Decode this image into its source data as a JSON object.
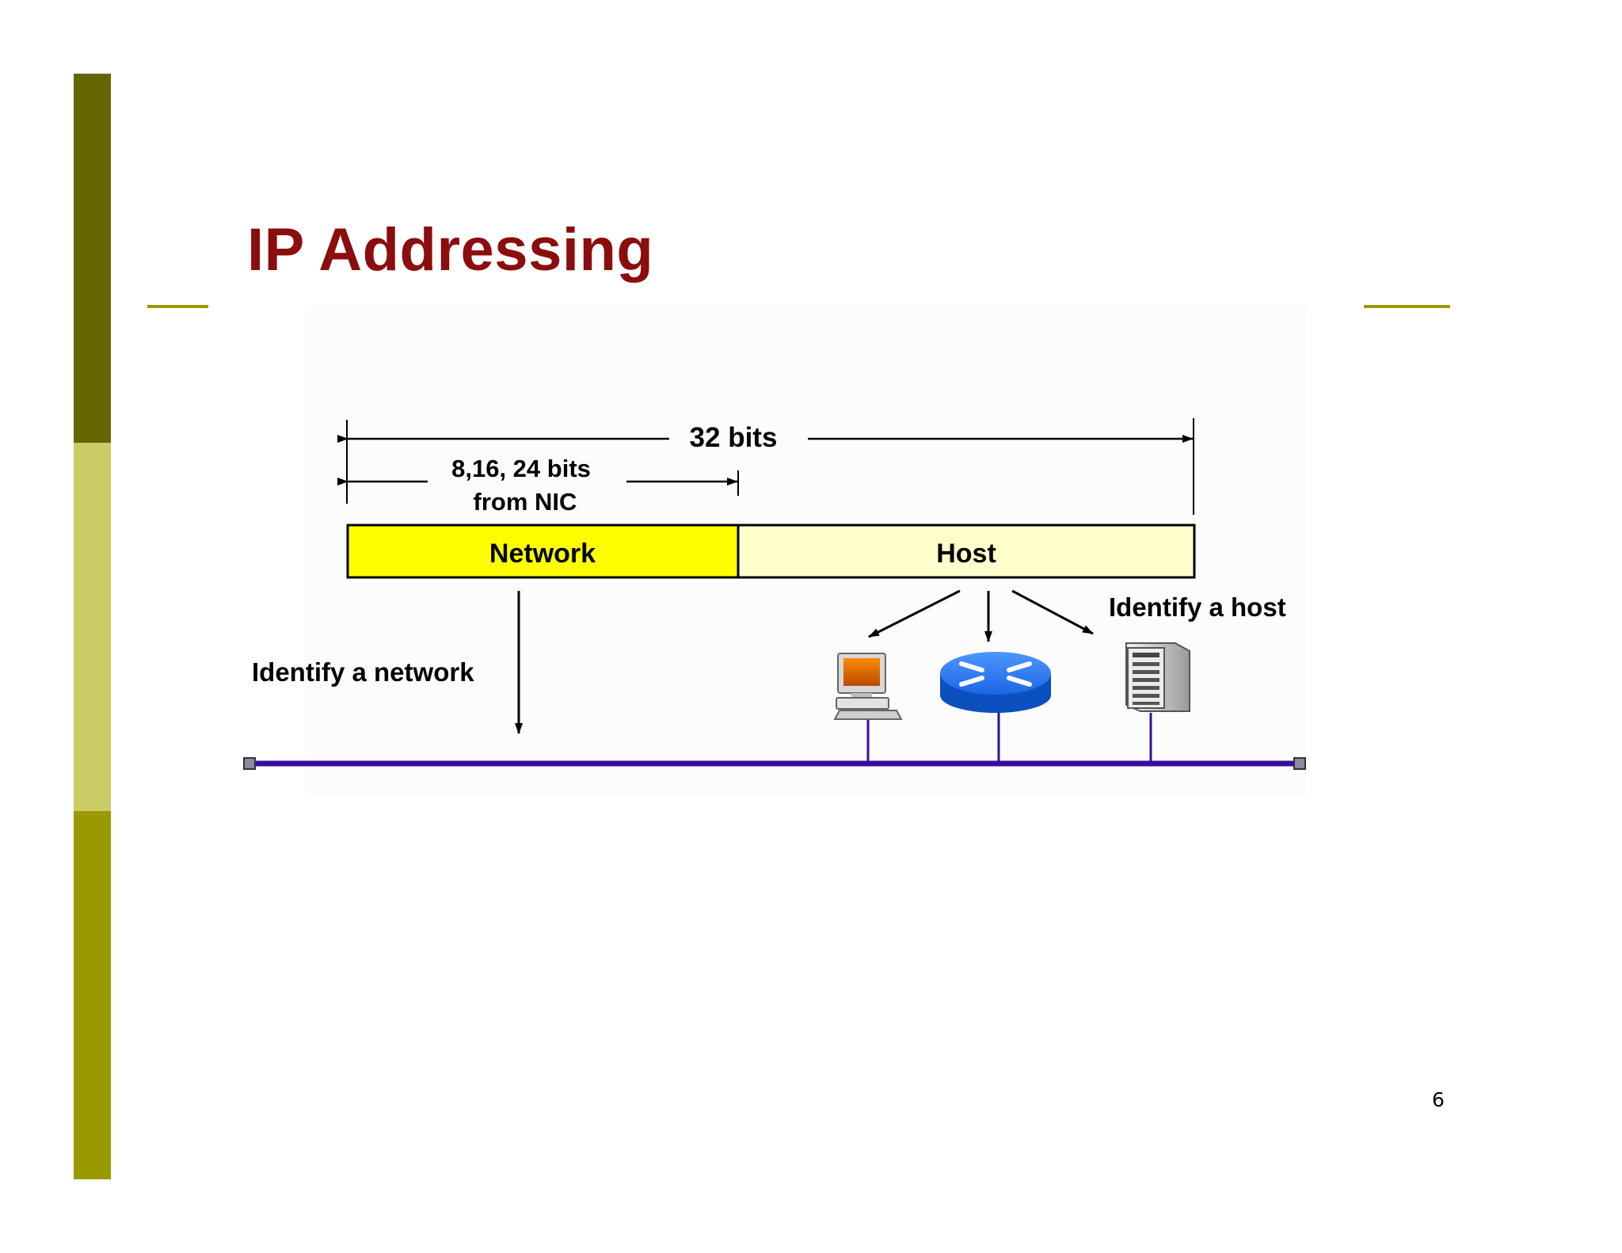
{
  "slide": {
    "title": "IP Addressing",
    "page_number": "6"
  },
  "diagram": {
    "total_bits_label": "32 bits",
    "network_bits_label_line1": "8,16, 24 bits",
    "network_bits_label_line2": "from NIC",
    "network_field_label": "Network",
    "host_field_label": "Host",
    "identify_network_label": "Identify a network",
    "identify_host_label": "Identify a host",
    "devices": [
      "computer-icon",
      "router-icon",
      "server-icon"
    ]
  },
  "colors": {
    "sidebar_dark": "#666600",
    "sidebar_light": "#cccc66",
    "sidebar_mid": "#999900",
    "title": "#8b0d0d",
    "network_field": "#ffff00",
    "host_field": "#ffffcc",
    "bus_line": "#3a0c9c",
    "router": "#1e6ff0"
  }
}
